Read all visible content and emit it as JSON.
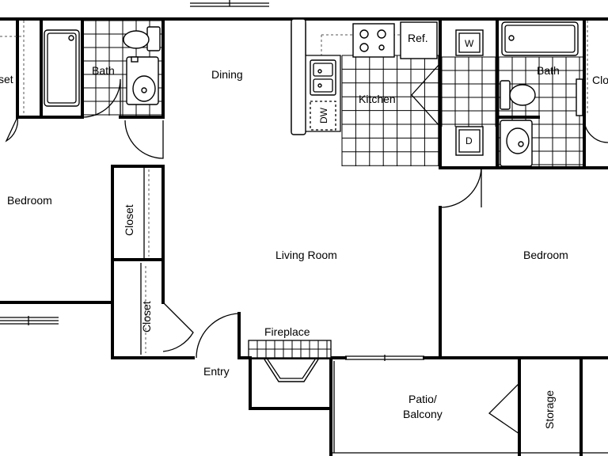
{
  "rooms": {
    "closet_left": "set",
    "bath_left": "Bath",
    "dining": "Dining",
    "kitchen": "Kitchen",
    "ref": "Ref.",
    "washer": "W",
    "dryer": "D",
    "dishwasher": "DW",
    "bath_right": "Bath",
    "closet_right": "Clo",
    "bedroom_left": "Bedroom",
    "closet_mid_upper": "Closet",
    "closet_mid_lower": "Closet",
    "living_room": "Living Room",
    "bedroom_right": "Bedroom",
    "fireplace": "Fireplace",
    "entry": "Entry",
    "patio_line1": "Patio/",
    "patio_line2": "Balcony",
    "storage": "Storage"
  }
}
